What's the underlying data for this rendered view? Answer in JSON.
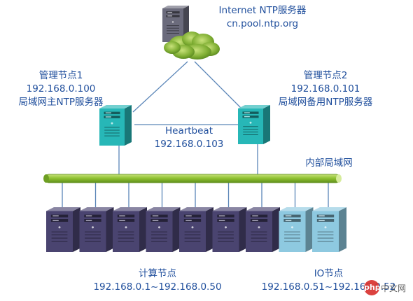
{
  "internet": {
    "title": "Internet NTP服务器",
    "host": "cn.pool.ntp.org"
  },
  "mgmt1": {
    "name": "管理节点1",
    "ip": "192.168.0.100",
    "role": "局域网主NTP服务器"
  },
  "mgmt2": {
    "name": "管理节点2",
    "ip": "192.168.0.101",
    "role": "局域网备用NTP服务器"
  },
  "heartbeat": {
    "label": "Heartbeat",
    "ip": "192.168.0.103"
  },
  "lan": {
    "label": "内部局域网"
  },
  "compute": {
    "label": "计算节点",
    "range": "192.168.0.1~192.168.0.50",
    "count": 7
  },
  "io": {
    "label": "IO节点",
    "range": "192.168.0.51~192.168.0.52",
    "count": 2
  },
  "watermark": {
    "logo": "php",
    "text": "中文网"
  },
  "colors": {
    "label_text": "#1f4e9c",
    "link_line": "#5b86b8",
    "lan_bus": "#8cbf2e",
    "mgmt_server": "#27b7b7",
    "compute_server": "#4a4470",
    "io_server": "#8ec9e0",
    "internet_server": "#6b6b7c",
    "cloud": "#7fae33"
  },
  "icons": {
    "internet_server": "server-tower-icon",
    "cloud": "cloud-icon",
    "mgmt_server": "server-tower-icon",
    "compute_server": "server-tower-icon",
    "io_server": "server-tower-icon"
  }
}
